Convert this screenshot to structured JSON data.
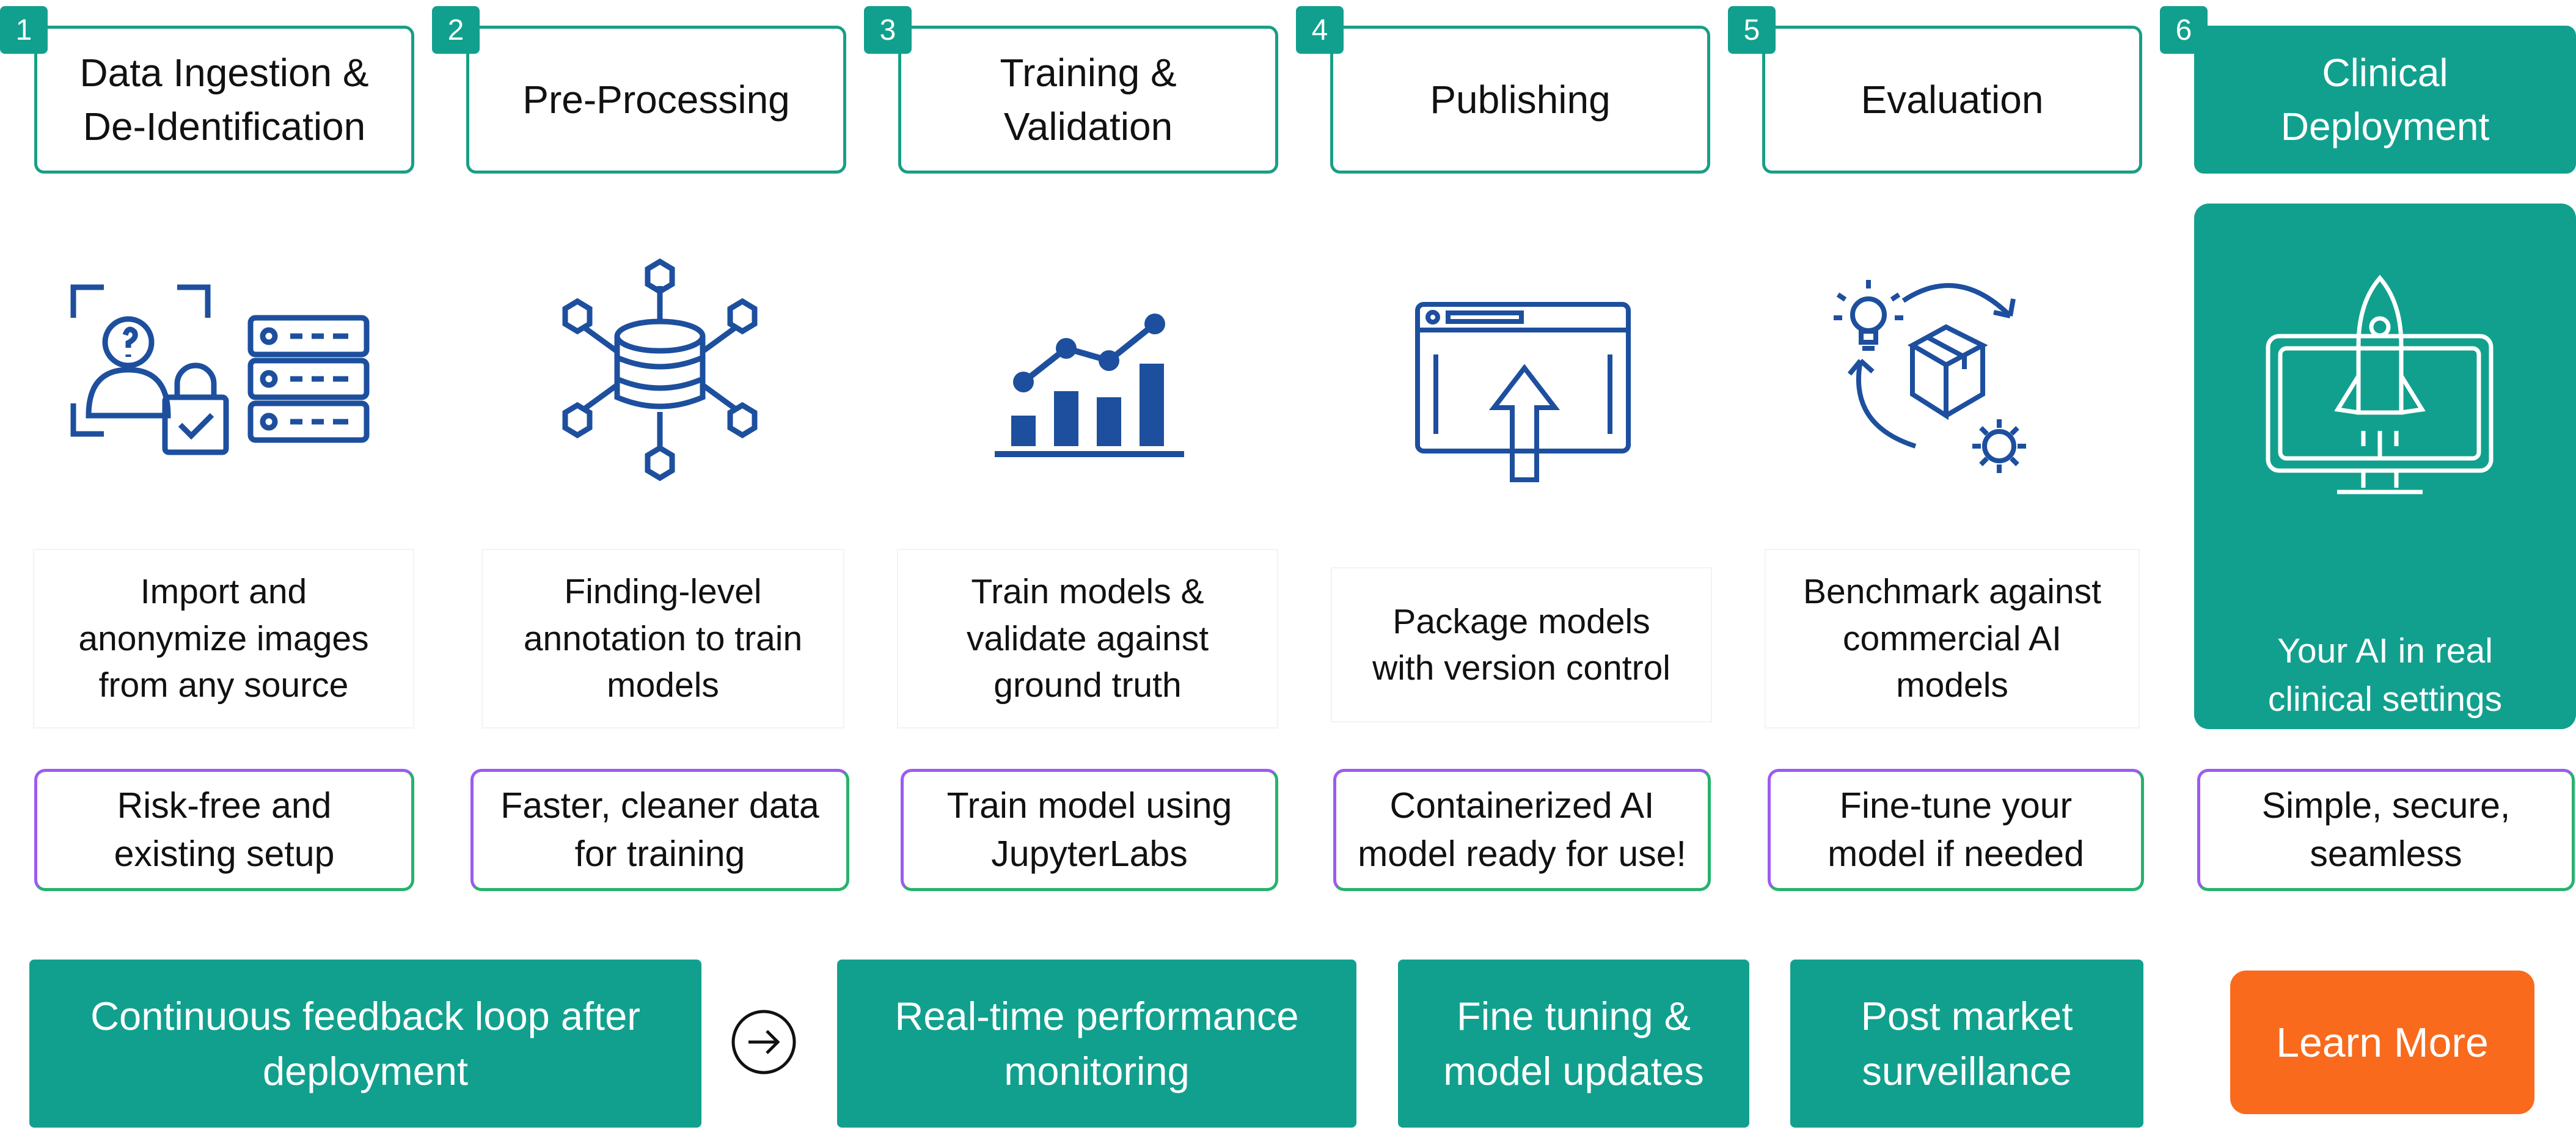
{
  "steps": [
    {
      "num": "1",
      "title": "Data Ingestion &\nDe-Identification",
      "desc": "Import and\nanonymize images\nfrom any source",
      "benefit": "Risk-free and\nexisting setup",
      "icon": "user-lock-database-icon"
    },
    {
      "num": "2",
      "title": "Pre-Processing",
      "desc": "Finding-level\nannotation to train\nmodels",
      "benefit": "Faster, cleaner data\nfor training",
      "icon": "database-network-icon"
    },
    {
      "num": "3",
      "title": "Training &\nValidation",
      "desc": "Train models &\nvalidate against\nground truth",
      "benefit": "Train model using\nJupyterLabs",
      "icon": "growth-chart-icon"
    },
    {
      "num": "4",
      "title": "Publishing",
      "desc": "Package models\nwith version control",
      "benefit": "Containerized AI\nmodel ready for use!",
      "icon": "browser-upload-icon"
    },
    {
      "num": "5",
      "title": "Evaluation",
      "desc": "Benchmark against\ncommercial AI\nmodels",
      "benefit": "Fine-tune your\nmodel if needed",
      "icon": "cycle-box-gear-icon"
    },
    {
      "num": "6",
      "title": "Clinical\nDeployment",
      "desc": "Your AI in real\nclinical settings",
      "benefit": "Simple, secure,\nseamless",
      "icon": "rocket-monitor-icon"
    }
  ],
  "bottom": {
    "feedback": "Continuous feedback loop after\ndeployment",
    "arrow_icon": "arrow-right-circle-icon",
    "monitoring": "Real-time performance\nmonitoring",
    "finetuning": "Fine tuning &\nmodel updates",
    "surveillance": "Post market\nsurveillance",
    "learn_more": "Learn More"
  },
  "colors": {
    "teal": "#12a08e",
    "blue": "#1d4f9e",
    "orange": "#f96a1c",
    "purple": "#9b5cf0",
    "green": "#28b26e"
  }
}
